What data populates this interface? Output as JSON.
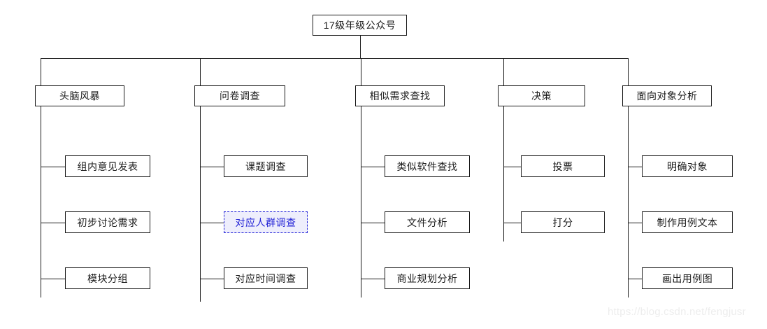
{
  "diagram": {
    "type": "tree",
    "title_node": "17级年级公众号",
    "root": {
      "label": "17级年级公众号"
    },
    "branches": [
      {
        "label": "头脑风暴",
        "children": [
          {
            "label": "组内意见发表",
            "selected": false
          },
          {
            "label": "初步讨论需求",
            "selected": false
          },
          {
            "label": "模块分组",
            "selected": false
          }
        ]
      },
      {
        "label": "问卷调查",
        "children": [
          {
            "label": "课题调查",
            "selected": false
          },
          {
            "label": "对应人群调查",
            "selected": true
          },
          {
            "label": "对应时间调查",
            "selected": false
          }
        ]
      },
      {
        "label": "相似需求查找",
        "children": [
          {
            "label": "类似软件查找",
            "selected": false
          },
          {
            "label": "文件分析",
            "selected": false
          },
          {
            "label": "商业规划分析",
            "selected": false
          }
        ]
      },
      {
        "label": "决策",
        "children": [
          {
            "label": "投票",
            "selected": false
          },
          {
            "label": "打分",
            "selected": false
          }
        ]
      },
      {
        "label": "面向对象分析",
        "children": [
          {
            "label": "明确对象",
            "selected": false
          },
          {
            "label": "制作用例文本",
            "selected": false
          },
          {
            "label": "画出用例图",
            "selected": false
          }
        ]
      }
    ]
  },
  "watermark": {
    "text": "https://blog.csdn.net/fengjusr"
  },
  "colors": {
    "line": "#1a1a1a",
    "node_fill": "#ffffff",
    "node_text": "#1a1a1a",
    "selected_border": "#2020d8",
    "selected_fill": "#eeeefc",
    "selected_text": "#2323d6",
    "watermark": "#ededed",
    "background": "#ffffff"
  }
}
